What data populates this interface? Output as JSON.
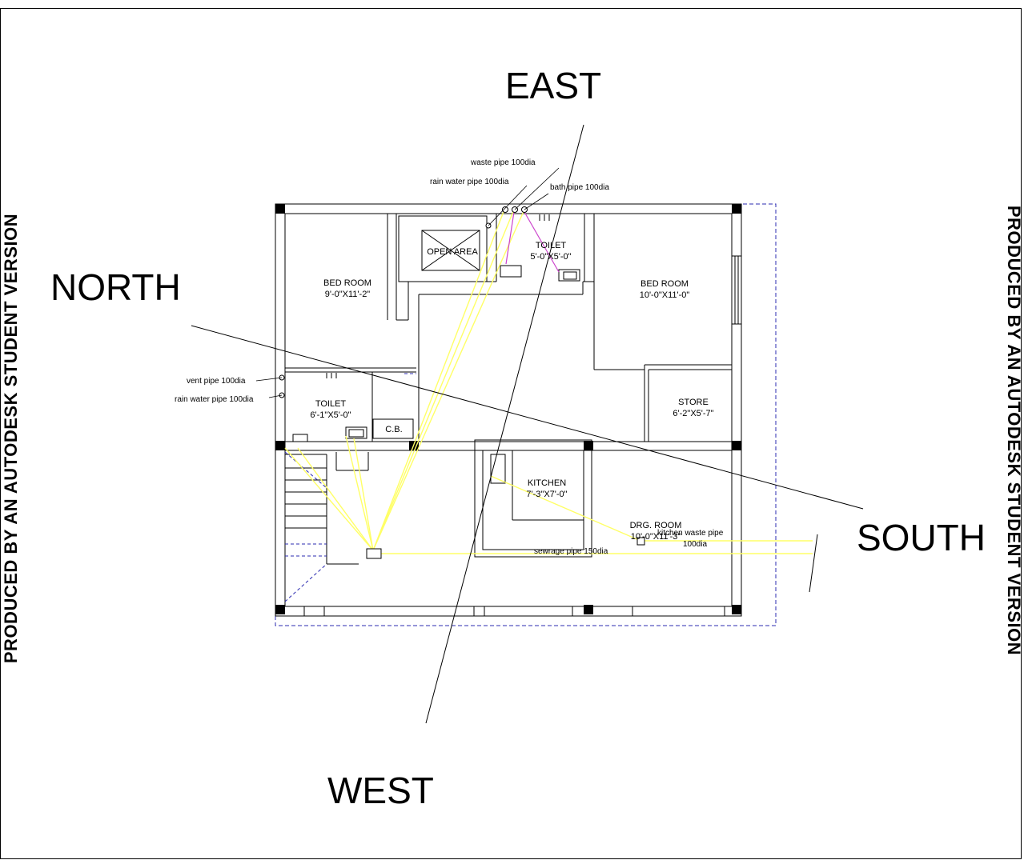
{
  "compass": {
    "east": "EAST",
    "west": "WEST",
    "north": "NORTH",
    "south": "SOUTH"
  },
  "watermark": {
    "left": "PRODUCED BY AN AUTODESK STUDENT VERSION",
    "right": "PRODUCED BY AN AUTODESK STUDENT VERSION"
  },
  "rooms": {
    "bedroom_left": {
      "name": "BED ROOM",
      "size": "9'-0\"X11'-2\""
    },
    "open_area": {
      "name": "OPEN AREA"
    },
    "toilet_top": {
      "name": "TOILET",
      "size": "5'-0\"X5'-0\""
    },
    "bedroom_right": {
      "name": "BED ROOM",
      "size": "10'-0\"X11'-0\""
    },
    "toilet_left": {
      "name": "TOILET",
      "size": "6'-1\"X5'-0\""
    },
    "cb": {
      "name": "C.B."
    },
    "store": {
      "name": "STORE",
      "size": "6'-2\"X5'-7\""
    },
    "kitchen": {
      "name": "KITCHEN",
      "size": "7'-3\"X7'-0\""
    },
    "drawing_room": {
      "name": "DRG. ROOM",
      "size": "10'-0\"X11'-3\""
    }
  },
  "pipes": {
    "waste_top": "waste pipe 100dia",
    "rain_top": "rain water pipe 100dia",
    "bath_top": "bath pipe 100dia",
    "vent_left": "vent pipe 100dia",
    "rain_left": "rain water pipe 100dia",
    "kitchen_waste_1": "kitchen waste pipe",
    "kitchen_waste_2": "100dia",
    "sewrage": "sewrage  pipe 150dia"
  },
  "colors": {
    "walls": "#000000",
    "pipes": "#ffff66",
    "plot_boundary": "#2b2bb0",
    "bath_pipe": "#cc44cc"
  }
}
